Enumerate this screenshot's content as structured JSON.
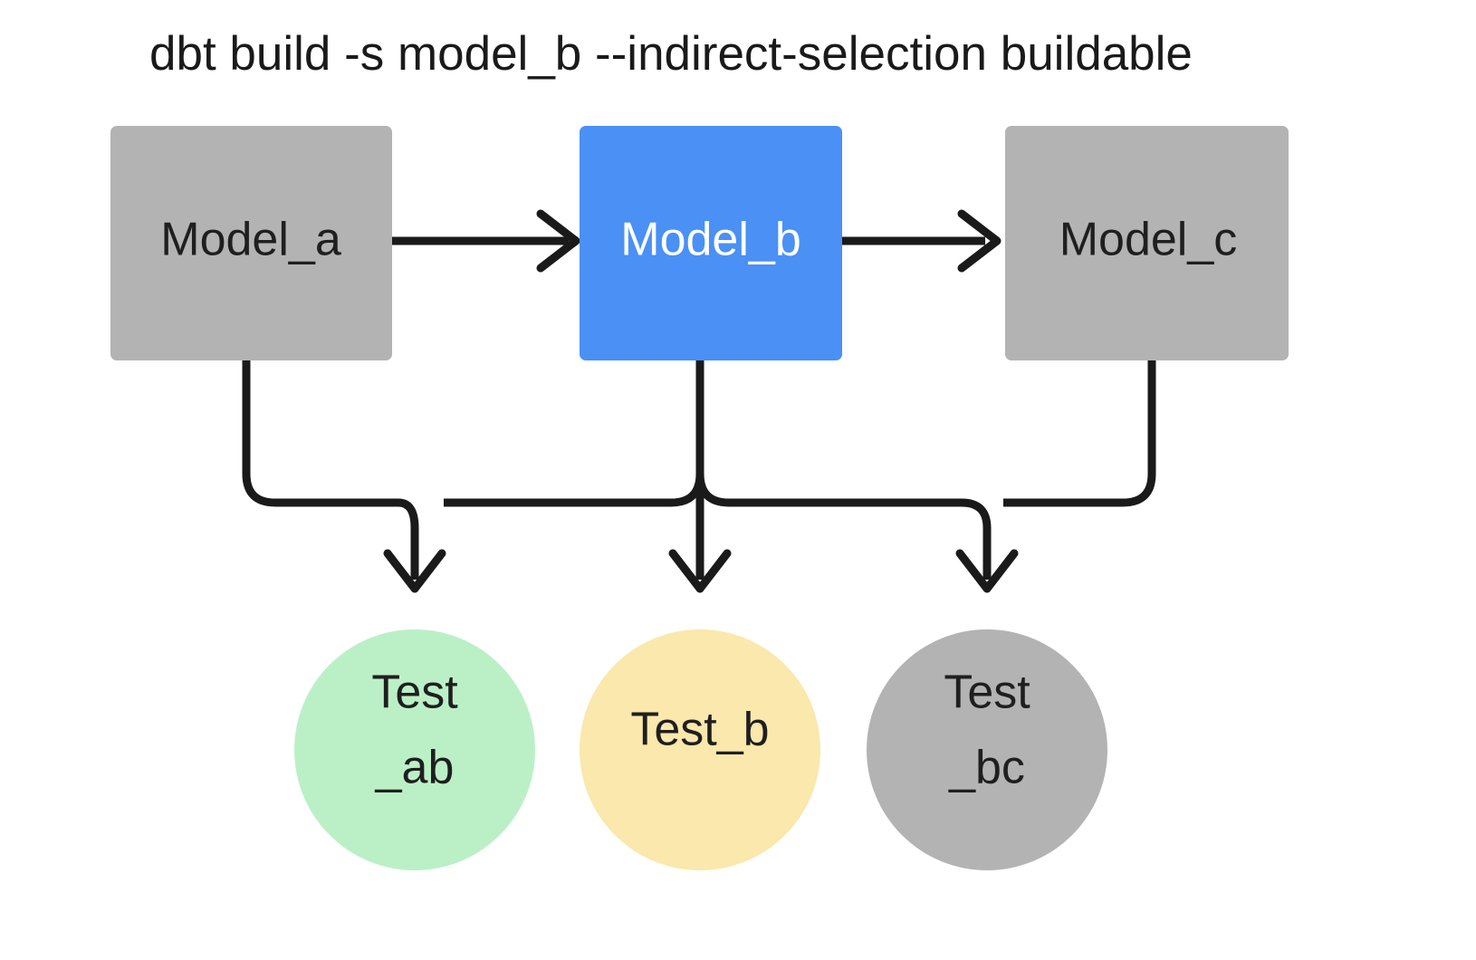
{
  "title": "dbt build -s model_b --indirect-selection buildable",
  "colors": {
    "background": "#ffffff",
    "gray_node": "#b3b3b3",
    "blue_node": "#4a90f5",
    "green_node": "#bbf0c7",
    "yellow_node": "#fae8ac",
    "edge": "#1a1a1a",
    "text_dark": "#1f1f1f",
    "text_light": "#ffffff"
  },
  "models": [
    {
      "id": "model_a",
      "label": "Model_a",
      "shape": "rectangle",
      "fill": "#b3b3b3",
      "text_color": "#1f1f1f",
      "selected": false
    },
    {
      "id": "model_b",
      "label": "Model_b",
      "shape": "rectangle",
      "fill": "#4a90f5",
      "text_color": "#ffffff",
      "selected": true
    },
    {
      "id": "model_c",
      "label": "Model_c",
      "shape": "rectangle",
      "fill": "#b3b3b3",
      "text_color": "#1f1f1f",
      "selected": false
    }
  ],
  "tests": [
    {
      "id": "test_ab",
      "line1": "Test",
      "line2": "_ab",
      "shape": "circle",
      "fill": "#bbf0c7",
      "text_color": "#1f1f1f"
    },
    {
      "id": "test_b",
      "line1": "Test_b",
      "line2": "",
      "shape": "circle",
      "fill": "#fae8ac",
      "text_color": "#1f1f1f"
    },
    {
      "id": "test_bc",
      "line1": "Test",
      "line2": "_bc",
      "shape": "circle",
      "fill": "#b3b3b3",
      "text_color": "#1f1f1f"
    }
  ],
  "edges": [
    {
      "id": "model_a-to-model_b",
      "from": "model_a",
      "to": "model_b",
      "style": "arrow-right"
    },
    {
      "id": "model_b-to-model_c",
      "from": "model_b",
      "to": "model_c",
      "style": "arrow-right"
    },
    {
      "id": "model_a-to-test_ab",
      "from": "model_a",
      "to": "test_ab",
      "style": "orthogonal-down"
    },
    {
      "id": "model_b-to-test_ab",
      "from": "model_b",
      "to": "test_ab",
      "style": "orthogonal-down"
    },
    {
      "id": "model_b-to-test_b",
      "from": "model_b",
      "to": "test_b",
      "style": "straight-down"
    },
    {
      "id": "model_b-to-test_bc",
      "from": "model_b",
      "to": "test_bc",
      "style": "orthogonal-down"
    },
    {
      "id": "model_c-to-test_bc",
      "from": "model_c",
      "to": "test_bc",
      "style": "orthogonal-down"
    }
  ]
}
